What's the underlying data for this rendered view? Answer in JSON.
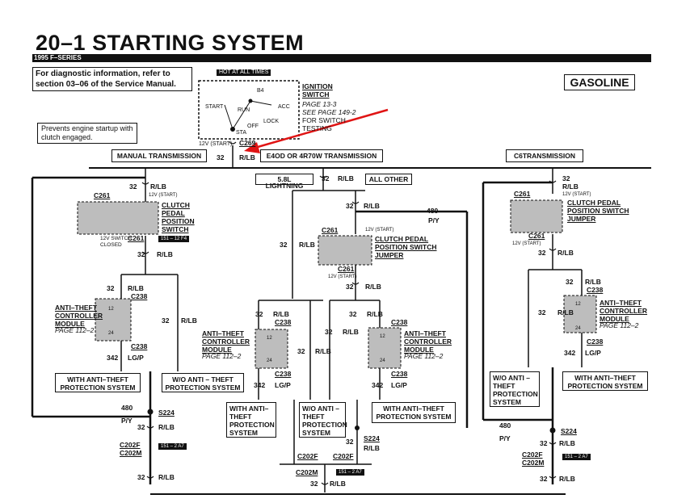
{
  "header": {
    "title": "20–1  STARTING SYSTEM",
    "model": "1995 F–SERIES",
    "diag_note": "For diagnostic information, refer to section 03–06 of the Service Manual.",
    "engine": "GASOLINE"
  },
  "callout": "Prevents engine startup with clutch engaged.",
  "ignition": {
    "hot_label": "HOT AT ALL TIMES",
    "title": "IGNITION SWITCH",
    "ref1": "PAGE 13-3",
    "ref2": "SEE PAGE 149-2",
    "ref3": "FOR SWITCH",
    "ref4": "TESTING",
    "pos_start": "START",
    "pos_run": "RUN",
    "pos_acc": "ACC",
    "pos_off": "OFF",
    "pos_lock": "LOCK",
    "pos_sta": "STA",
    "pin_b4": "B4",
    "start_12v": "12V (START)",
    "connector": "C269"
  },
  "wires": {
    "w32": "32",
    "rlb": "R/LB",
    "w342": "342",
    "lgp": "LG/P",
    "w480": "480",
    "py": "P/Y"
  },
  "branches": {
    "manual": "MANUAL TRANSMISSION",
    "e4od": "E4OD OR 4R70W TRANSMISSION",
    "c6": "C6TRANSMISSION",
    "lightning": "5.8L LIGHTNING",
    "all_other": "ALL OTHER"
  },
  "clutch_switch": {
    "connector": "C261",
    "start_12v": "12V (START)",
    "title": "CLUTCH PEDAL POSITION SWITCH",
    "closed_note": "12V SWITCH CLOSED",
    "page_tag": "151 – 12 F4"
  },
  "jumper": {
    "connector": "C261",
    "start_12v": "12V (START)",
    "title": "CLUTCH PEDAL POSITION SWITCH JUMPER"
  },
  "antitheft": {
    "title": "ANTI–THEFT CONTROLLER MODULE",
    "page": "PAGE 112–2",
    "c238": "C238",
    "pin12": "12",
    "pin24": "24"
  },
  "protection": {
    "with": "WITH ANTI–THEFT PROTECTION SYSTEM",
    "without": "W/O ANTI – THEFT PROTECTION SYSTEM"
  },
  "splices": {
    "s224": "S224",
    "c202f": "C202F",
    "c202m": "C202M",
    "tag": "151 – 2  A7"
  }
}
